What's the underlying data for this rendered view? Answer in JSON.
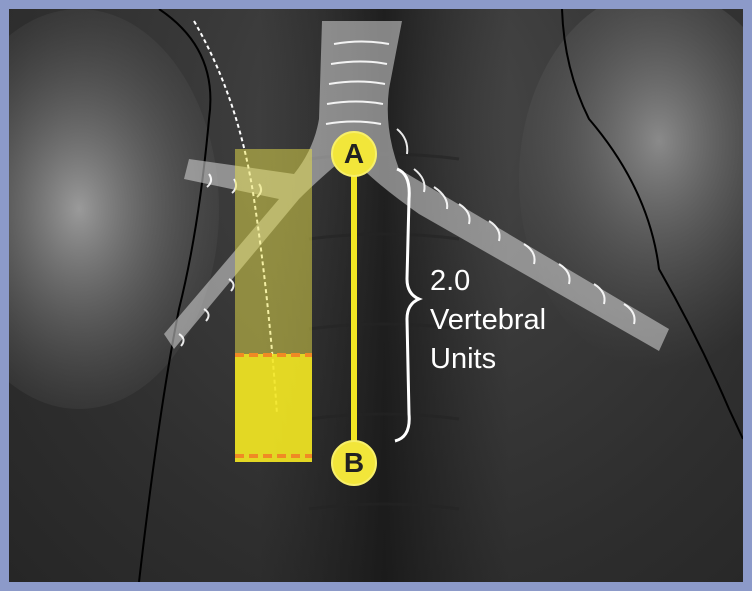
{
  "measurement": {
    "value": "2.0",
    "unit_line1": "Vertebral",
    "unit_line2": "Units"
  },
  "markers": {
    "top": "A",
    "bottom": "B"
  },
  "colors": {
    "frame": "#8c9ac9",
    "marker": "#f2e63a",
    "dash": "#f08a24"
  }
}
